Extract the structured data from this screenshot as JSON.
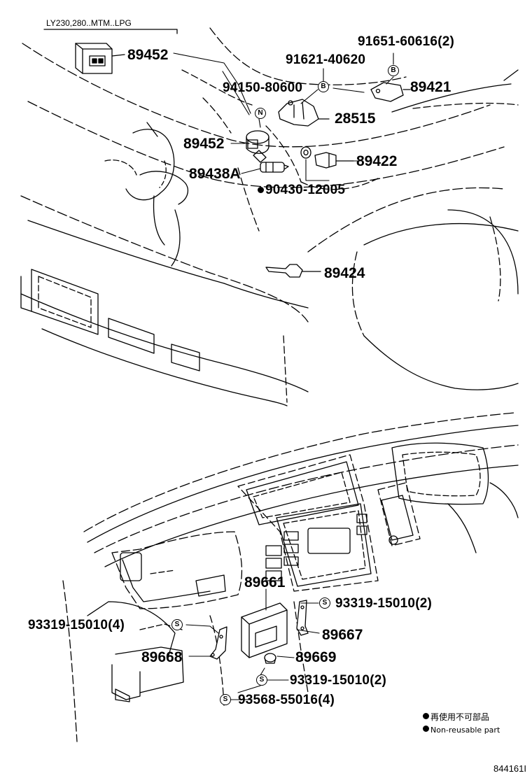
{
  "header_note": "LY230,280..MTM..LPG",
  "parts": {
    "p89452_top": "89452",
    "p91651": "91651-60616(2)",
    "p91621": "91621-40620",
    "p89421": "89421",
    "p94150": "94150-80600",
    "p28515": "28515",
    "p89452_mid": "89452",
    "p89422": "89422",
    "p89438A": "89438A",
    "p90430": "90430-12005",
    "p89424": "89424",
    "p89661": "89661",
    "p93319_r1": "93319-15010(2)",
    "p93319_l": "93319-15010(4)",
    "p89667": "89667",
    "p89668": "89668",
    "p89669": "89669",
    "p93319_r2": "93319-15010(2)",
    "p93568": "93568-55016(4)"
  },
  "markers": {
    "b1": "B",
    "b2": "B",
    "n": "N",
    "s1": "S",
    "s2": "S",
    "s3": "S",
    "s4": "S"
  },
  "legend": {
    "line_jp": "再使用不可部品",
    "line_en": "Non-reusable part"
  },
  "diagram_code": "844161I"
}
